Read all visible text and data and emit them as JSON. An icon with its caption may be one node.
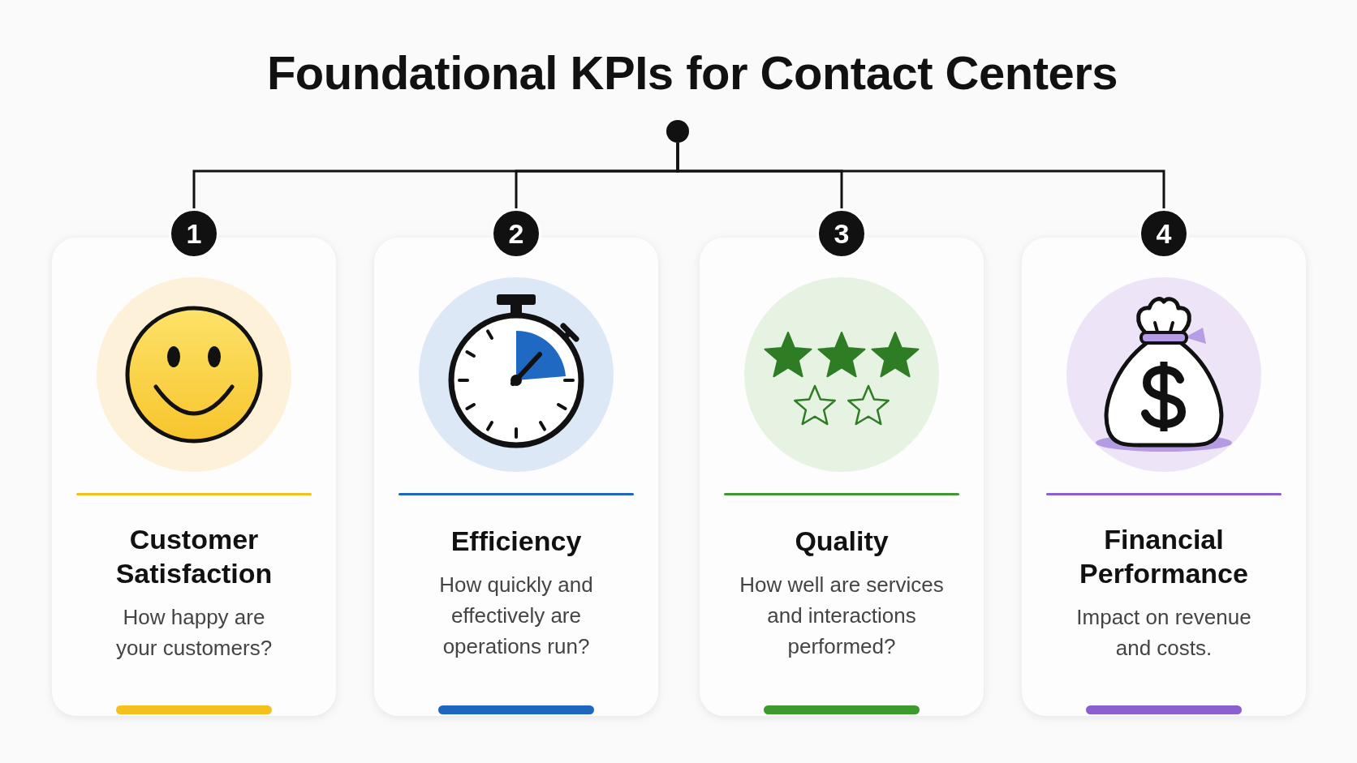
{
  "diagram": {
    "title": "Foundational KPIs for Contact Centers",
    "nodes": [
      {
        "text": [],
        "shape": "circle"
      },
      {
        "text": [
          "1"
        ]
      },
      {
        "text": [
          "Customer Satisfaction",
          "How happy are your customers?"
        ]
      },
      {
        "text": [
          "2"
        ]
      },
      {
        "text": [
          "Efficiency",
          "How quickly and effectively are operations run?"
        ]
      },
      {
        "text": [
          "3"
        ]
      },
      {
        "text": [
          "Quality",
          "How well are services and interactions performed?"
        ]
      },
      {
        "text": [
          "4"
        ]
      },
      {
        "text": [
          "Financial Performance",
          "Impact on revenue and costs."
        ]
      }
    ],
    "edges": [
      {
        "from": 0,
        "to": 1,
        "arrow": "none"
      },
      {
        "from": 0,
        "to": 3,
        "arrow": "none"
      },
      {
        "from": 0,
        "to": 5,
        "arrow": "none"
      },
      {
        "from": 0,
        "to": 7,
        "arrow": "none"
      }
    ]
  }
}
